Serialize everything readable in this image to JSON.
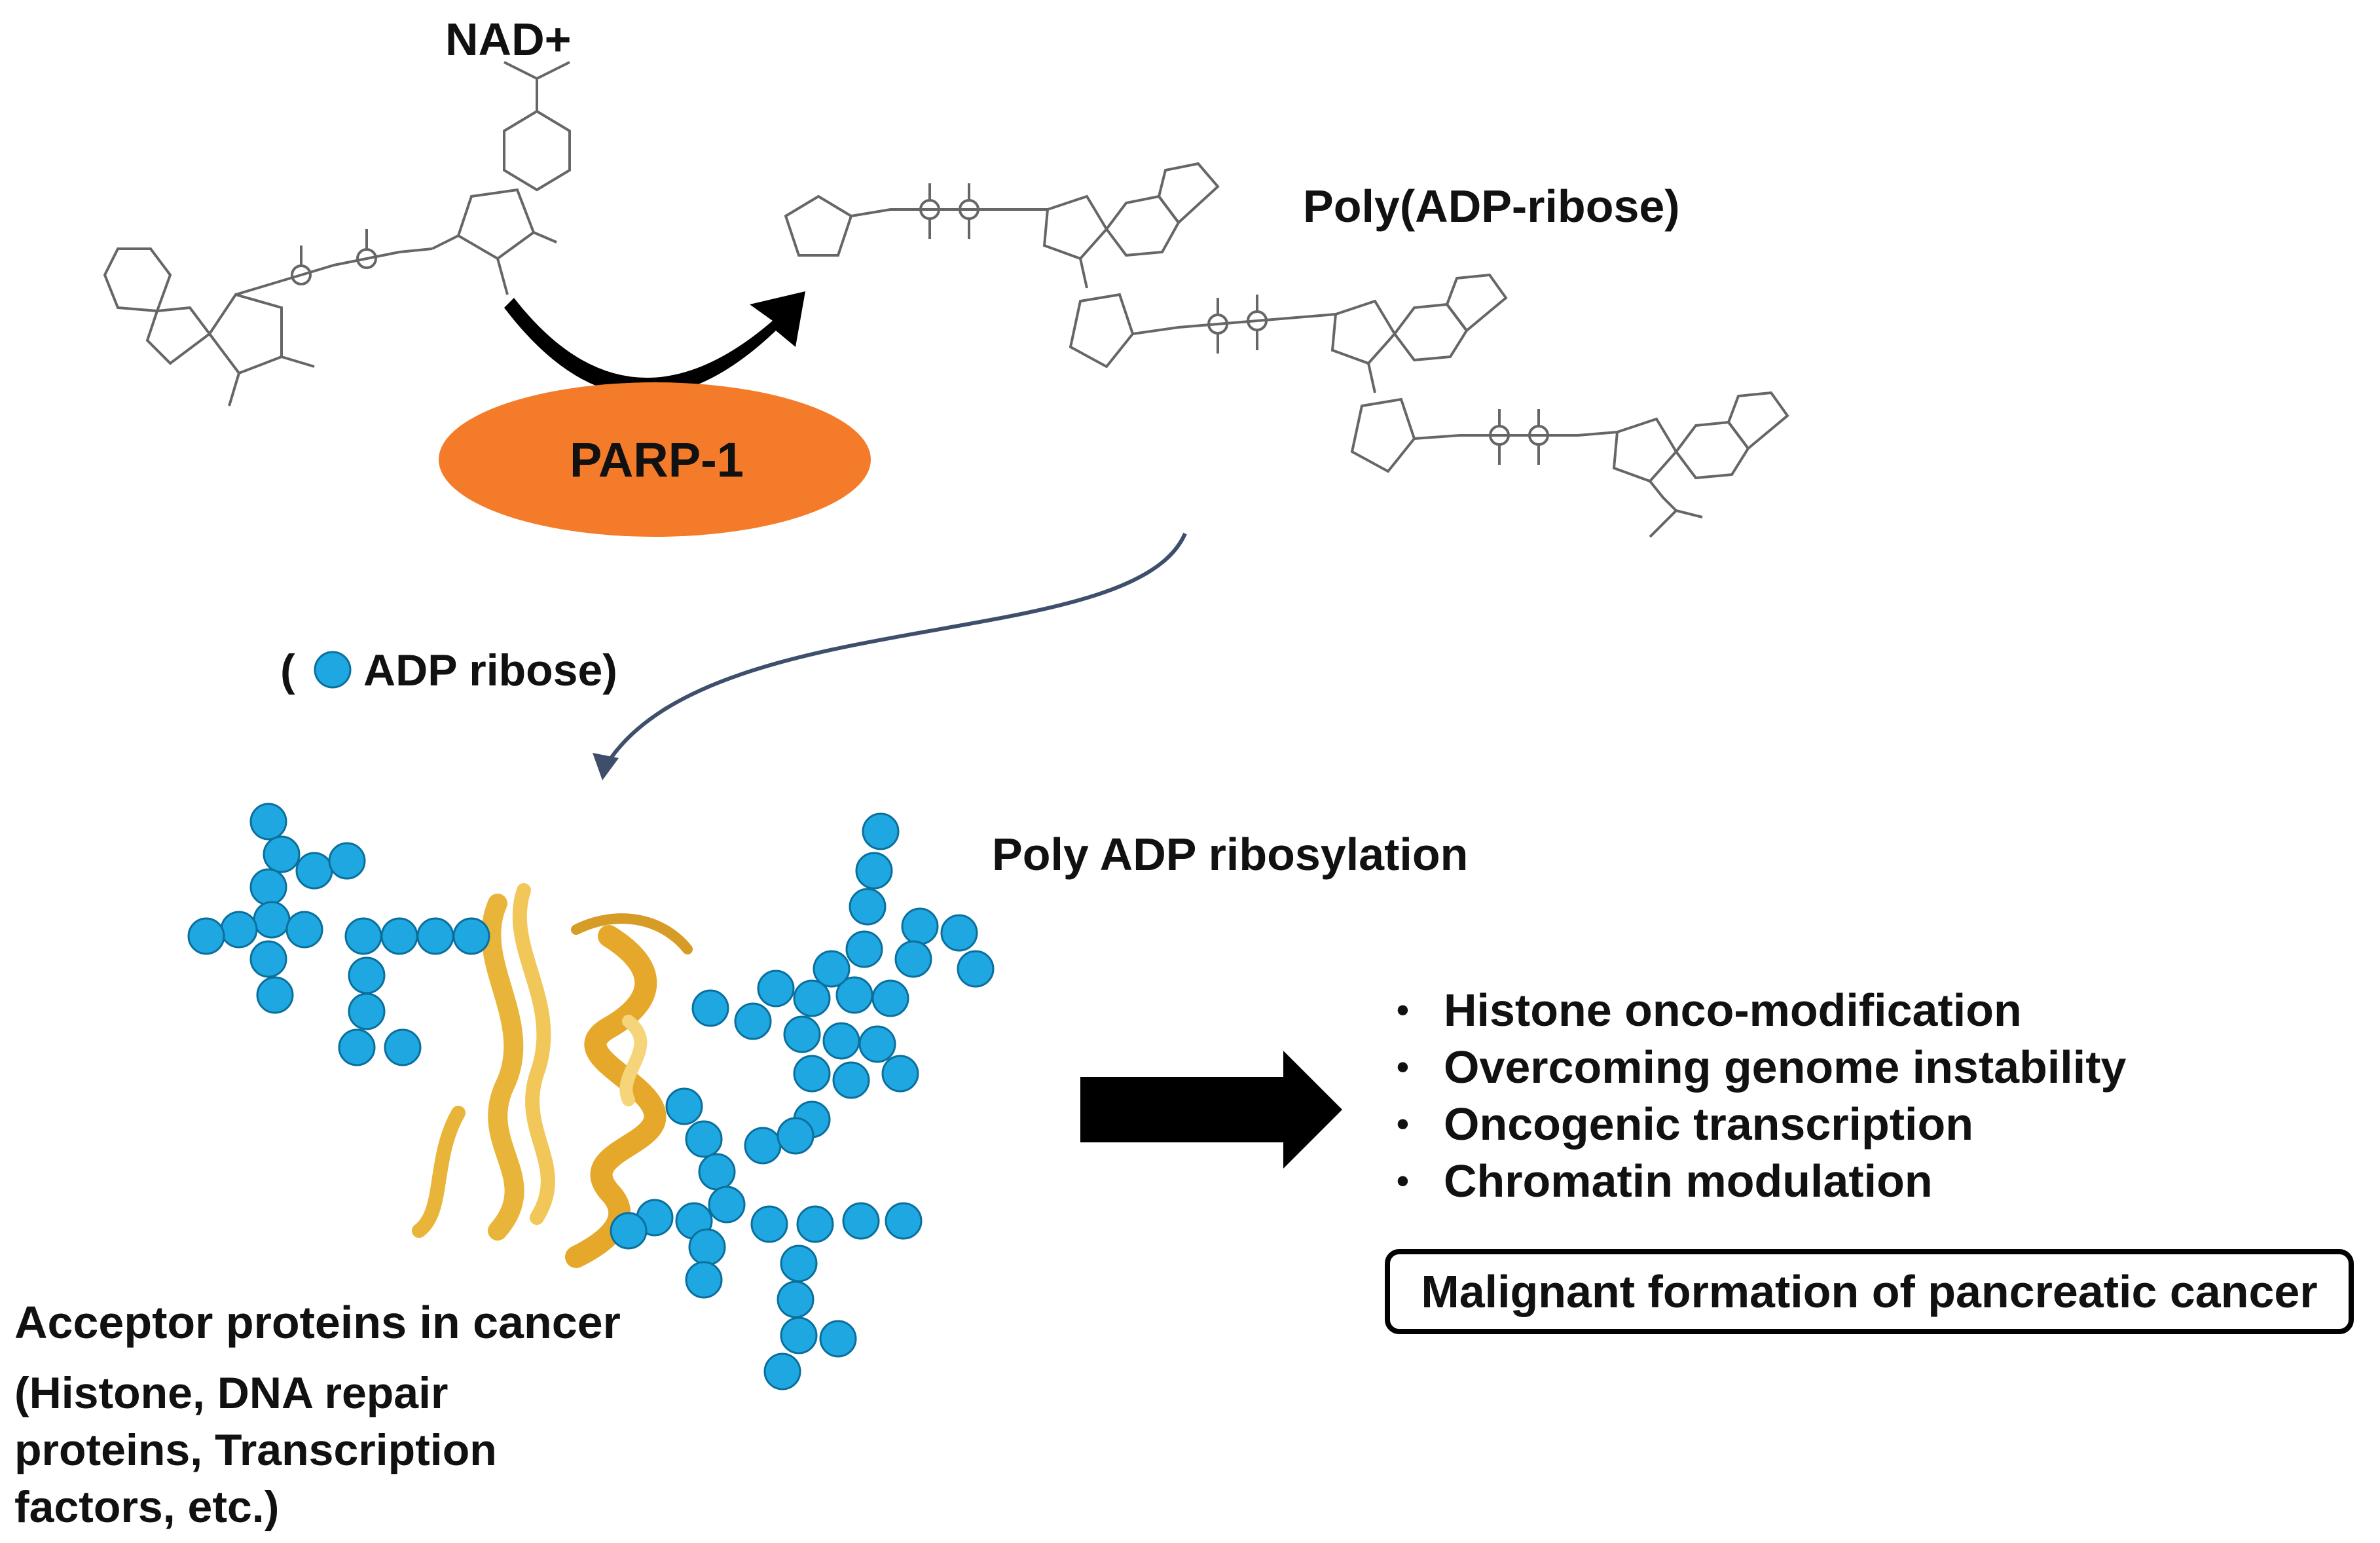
{
  "labels": {
    "nad": "NAD+",
    "poly_adp_ribose": "Poly(ADP-ribose)",
    "enzyme": "PARP-1",
    "legend_open": "(",
    "legend_text": "ADP ribose)",
    "poly_adp_ribosylation": "Poly ADP ribosylation",
    "acceptor_title": "Acceptor proteins in cancer",
    "acceptor_examples": "(Histone, DNA repair proteins, Transcription factors, etc.)"
  },
  "effects": [
    "Histone onco-modification",
    "Overcoming genome instability",
    "Oncogenic transcription",
    "Chromatin modulation"
  ],
  "bullet_symbol": "•",
  "outcome": "Malignant formation of pancreatic cancer",
  "colors": {
    "enzyme_fill": "#f47b2a",
    "adp_ribose_bead": "#1ea7e1",
    "bead_outline": "#0b6f9c",
    "protein": "#e8b53a",
    "arrow_curve": "#3d4f6b",
    "text": "#111111"
  },
  "icons": {
    "reaction_arrow": "curved-black-arrow",
    "pathway_arrow": "curved-thin-arrow",
    "effect_arrow": "block-right-arrow"
  }
}
